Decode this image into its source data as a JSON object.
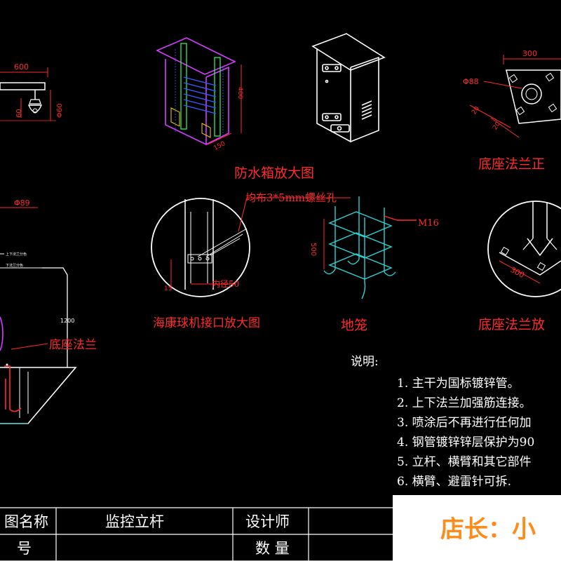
{
  "labels": {
    "waterproof_box_title": "防水箱放大图",
    "base_flange_front_title": "底座法兰正",
    "camera_interface_title": "海康球机接口放大图",
    "ground_cage_title": "地笼",
    "base_flange_enlarged_title": "底座法兰放",
    "screw_holes_note": "均布3*5mm螺丝孔",
    "inner_dia_label": "内径50",
    "m16_label": "M16",
    "base_flange_label": "底座法兰"
  },
  "dimensions": {
    "arm_length": "600",
    "cam_height": "60",
    "cam_dia": "Φ60",
    "pole_dia": "Φ89",
    "box_height": "400",
    "box_depth": "150",
    "flange_width": "300",
    "flange_hole": "Φ88",
    "flange_offset": "20",
    "cage_height": "500",
    "flange_enlarged_width": "300",
    "pole_height": "1200",
    "small_dim": "15"
  },
  "small_texts": {
    "line1": "上下法兰分色",
    "line2": "下法兰分色"
  },
  "notes": {
    "heading": "说明:",
    "items": [
      "1. 主干为国标镀锌管。",
      "2. 上下法兰加强筋连接。",
      "3. 喷涂后不再进行任何加",
      "4. 钢管镀锌锌层保护为90",
      "5. 立杆、横臂和其它部件",
      "6. 横臂、避雷针可拆."
    ]
  },
  "title_block": {
    "name_label": "图名称",
    "name_value": "监控立杆",
    "designer_label": "设计师",
    "number_label": "号",
    "quantity_label": "数 量"
  },
  "watermark": "店长：小",
  "colors": {
    "background": "#000000",
    "line_white": "#ffffff",
    "dim_red": "#ff2a2a",
    "cyan": "#2ad4d4",
    "magenta": "#d23cff",
    "blue": "#3a5cff",
    "green": "#33ff66",
    "watermark_bg": "#ffffff",
    "watermark_text": "#ff8c1a"
  }
}
